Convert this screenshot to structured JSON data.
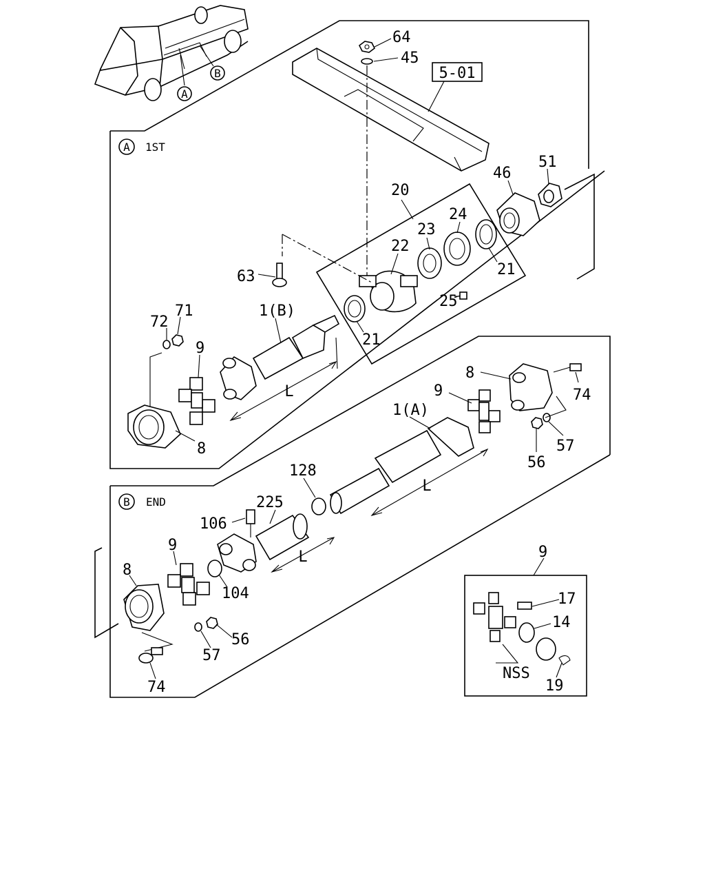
{
  "reference_box": "5-01",
  "sections": {
    "a": {
      "marker": "A",
      "label": "1ST"
    },
    "b": {
      "marker": "B",
      "label": "END"
    }
  },
  "truck_callouts": {
    "a": "A",
    "b": "B"
  },
  "dimension_label": "L",
  "callouts": {
    "c64": "64",
    "c45": "45",
    "c20": "20",
    "c46": "46",
    "c51": "51",
    "c24": "24",
    "c23": "23",
    "c22": "22",
    "c21a": "21",
    "c21b": "21",
    "c63": "63",
    "c25": "25",
    "c72": "72",
    "c71": "71",
    "c1b": "1(B)",
    "c9a": "9",
    "c8a": "8",
    "c8b": "8",
    "c74a": "74",
    "c9b": "9",
    "c1a": "1(A)",
    "c57a": "57",
    "c56a": "56",
    "c128": "128",
    "c225": "225",
    "c106": "106",
    "c9c": "9",
    "c8c": "8",
    "c104": "104",
    "c56b": "56",
    "c57b": "57",
    "c74b": "74",
    "c9d": "9",
    "c17": "17",
    "c14": "14",
    "nss": "NSS",
    "c19": "19"
  }
}
